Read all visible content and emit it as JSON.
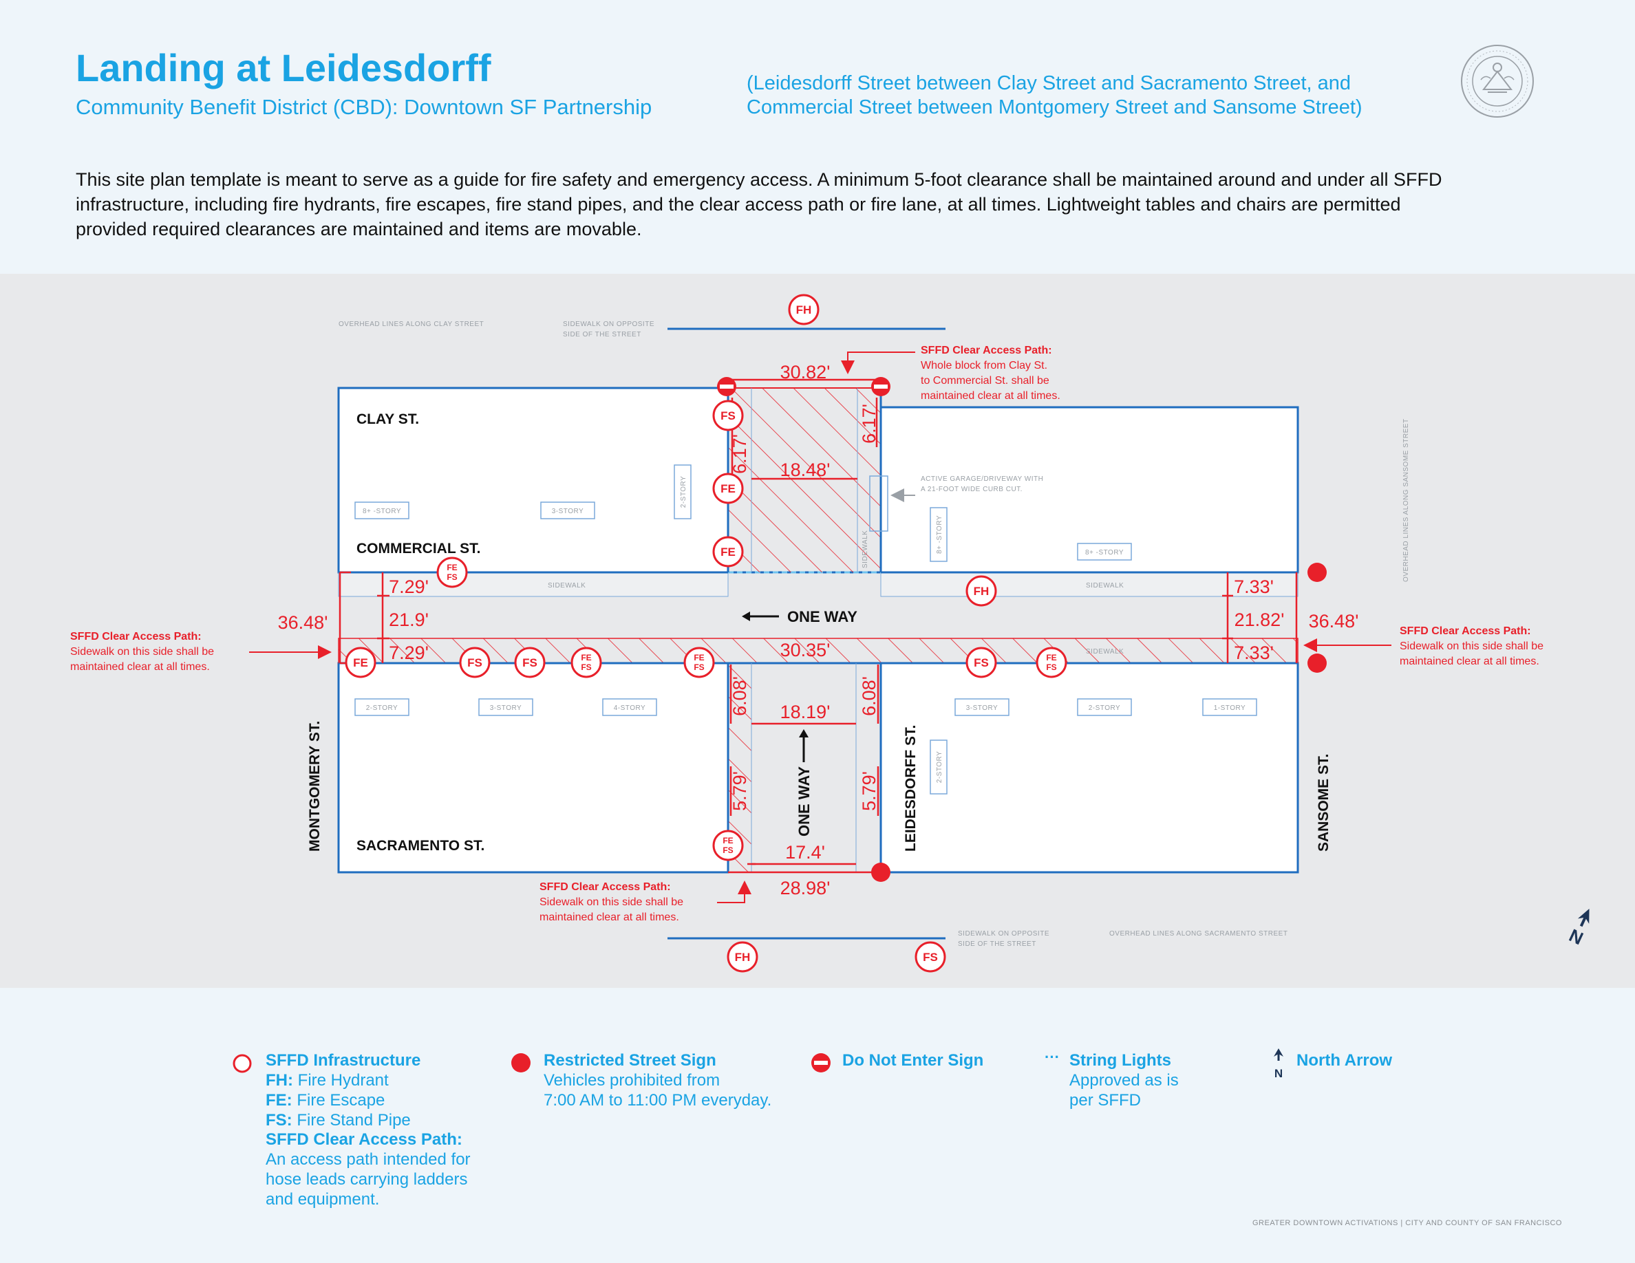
{
  "header": {
    "title": "Landing at Leidesdorff",
    "subtitle": "Community Benefit District (CBD): Downtown SF Partnership",
    "location_line1": "(Leidesdorff Street between Clay Street and Sacramento Street, and",
    "location_line2": "Commercial Street between Montgomery Street and Sansome Street)",
    "intro": "This site plan template is meant to serve as a guide for fire safety and emergency access. A minimum 5-foot clearance shall be maintained around and under all SFFD infrastructure, including fire hydrants, fire escapes, fire stand pipes, and the clear access path or fire lane, at all times. Lightweight tables and chairs are permitted provided required clearances are maintained and items are movable."
  },
  "map": {
    "streets": {
      "clay": "CLAY ST.",
      "commercial": "COMMERCIAL ST.",
      "sacramento": "SACRAMENTO ST.",
      "montgomery": "MONTGOMERY ST.",
      "leidesdorff": "LEIDESDORFF ST.",
      "sansome": "SANSOME ST."
    },
    "notes": {
      "overhead_clay": "OVERHEAD LINES ALONG CLAY STREET",
      "opposite_top_1": "SIDEWALK ON OPPOSITE",
      "opposite_top_2": "SIDE OF THE STREET",
      "garage_1": "ACTIVE GARAGE/DRIVEWAY WITH",
      "garage_2": "A 21-FOOT WIDE CURB CUT.",
      "overhead_sansome": "OVERHEAD LINES ALONG SANSOME STREET",
      "opposite_bottom_1": "SIDEWALK ON OPPOSITE",
      "opposite_bottom_2": "SIDE OF THE STREET",
      "overhead_sacramento": "OVERHEAD LINES ALONG SACRAMENTO STREET",
      "sidewalk": "SIDEWALK",
      "one_way": "ONE WAY"
    },
    "buildings": {
      "b_8plus_a": "8+ -STORY",
      "b_3_a": "3-STORY",
      "b_2_a": "2-STORY",
      "b_8plus_b": "8+ -STORY",
      "b_8plus_c": "8+ -STORY",
      "b_2_b": "2-STORY",
      "b_3_b": "3-STORY",
      "b_4": "4-STORY",
      "b_3_c": "3-STORY",
      "b_2_c": "2-STORY",
      "b_1": "1-STORY",
      "b_2_d": "2-STORY"
    },
    "dimensions": {
      "top_width": "30.82'",
      "top_inner": "18.48'",
      "top_left_sw": "6.17'",
      "top_right_sw": "6.17'",
      "left_total": "36.48'",
      "left_sw_top": "7.29'",
      "left_road": "21.9'",
      "left_sw_bottom": "7.29'",
      "right_total": "36.48'",
      "right_sw_top": "7.33'",
      "right_road": "21.82'",
      "right_sw_bottom": "7.33'",
      "mid_width": "30.35'",
      "bottom_upper_inner": "18.19'",
      "bottom_upper_left_sw": "6.08'",
      "bottom_upper_right_sw": "6.08'",
      "bottom_lower_left_sw": "5.79'",
      "bottom_lower_right_sw": "5.79'",
      "bottom_inner": "17.4'",
      "bottom_width": "28.98'"
    },
    "callouts": {
      "top_head": "SFFD Clear Access Path:",
      "top_l1": "Whole block from Clay St.",
      "top_l2": "to Commercial St. shall be",
      "top_l3": "maintained clear at all times.",
      "left_head": "SFFD Clear Access Path:",
      "left_l1": "Sidewalk on this side shall be",
      "left_l2": "maintained clear at all times.",
      "right_head": "SFFD Clear Access Path:",
      "right_l1": "Sidewalk on this side shall be",
      "right_l2": "maintained clear at all times.",
      "bottom_head": "SFFD Clear Access Path:",
      "bottom_l1": "Sidewalk on this side shall be",
      "bottom_l2": "maintained clear at all times."
    },
    "markers": {
      "fh": "FH",
      "fs": "FS",
      "fe": "FE"
    },
    "north": "N"
  },
  "legend": {
    "infra_head": "SFFD Infrastructure",
    "fh_key": "FH:",
    "fh_val": " Fire Hydrant",
    "fe_key": "FE:",
    "fe_val": " Fire Escape",
    "fs_key": "FS:",
    "fs_val": " Fire Stand Pipe",
    "path_head": "SFFD Clear Access Path:",
    "path_l1": "An access path intended for",
    "path_l2": "hose leads carrying ladders",
    "path_l3": "and equipment.",
    "restricted_head": "Restricted Street Sign",
    "restricted_l1": "Vehicles prohibited from",
    "restricted_l2": "7:00 AM to 11:00 PM everyday.",
    "dne_head": "Do Not Enter Sign",
    "lights_symbol": "···",
    "lights_head": "String Lights",
    "lights_l1": "Approved as is",
    "lights_l2": "per SFFD",
    "north_head": "North Arrow",
    "north_letter": "N"
  },
  "footer": "GREATER DOWNTOWN ACTIVATIONS  |  CITY AND COUNTY OF SAN FRANCISCO",
  "colors": {
    "accent_blue": "#1aa3e3",
    "line_blue": "#1f6dbf",
    "fire_red": "#e8202a",
    "map_gray": "#e8e9eb",
    "navy": "#1d3557"
  }
}
